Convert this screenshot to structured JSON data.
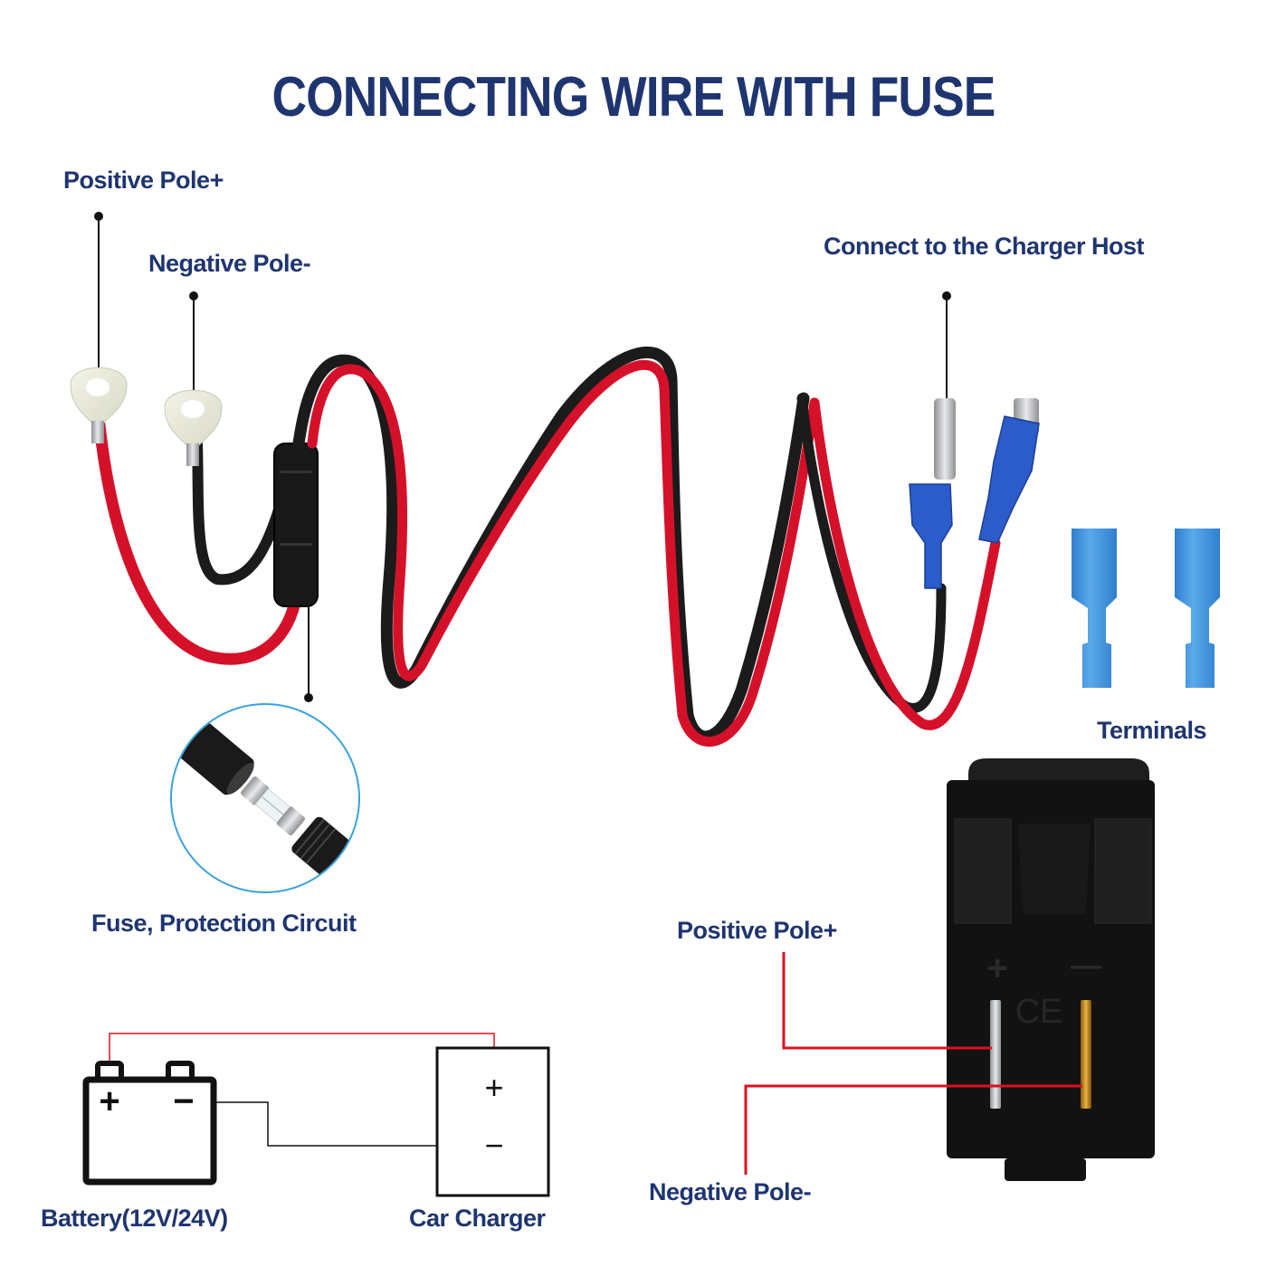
{
  "title": "CONNECTING WIRE WITH FUSE",
  "labels": {
    "positive_pole_top": "Positive Pole+",
    "negative_pole_top": "Negative Pole-",
    "charger_host": "Connect to the Charger Host",
    "fuse": "Fuse, Protection Circuit",
    "terminals": "Terminals",
    "positive_pole_socket": "Positive Pole+",
    "negative_pole_socket": "Negative Pole-",
    "battery": "Battery(12V/24V)",
    "car_charger": "Car Charger"
  },
  "battery_symbols": {
    "plus": "+",
    "minus": "−"
  },
  "charger_symbols": {
    "plus": "+",
    "minus": "−"
  },
  "socket_marks": {
    "plus": "+",
    "minus": "—",
    "cert": "CE"
  },
  "colors": {
    "title_text": "#1f3570",
    "wire_red": "#d5112a",
    "wire_black": "#1b1b1b",
    "terminal_blue": "#3a8fd6",
    "fuse_circle": "#3aa3dc",
    "leader_red": "#e0101f"
  }
}
